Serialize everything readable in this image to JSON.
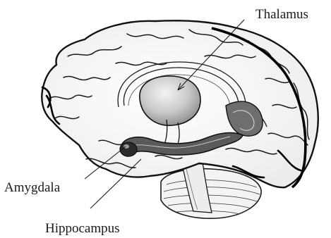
{
  "labels": {
    "thalamus": "Thalamus",
    "amygdala": "Amygdala",
    "hippocampus": "Hippocampus"
  },
  "colors": {
    "ink": "#1a1a1a",
    "background": "#ffffff",
    "shade": "#bdbdbd"
  }
}
